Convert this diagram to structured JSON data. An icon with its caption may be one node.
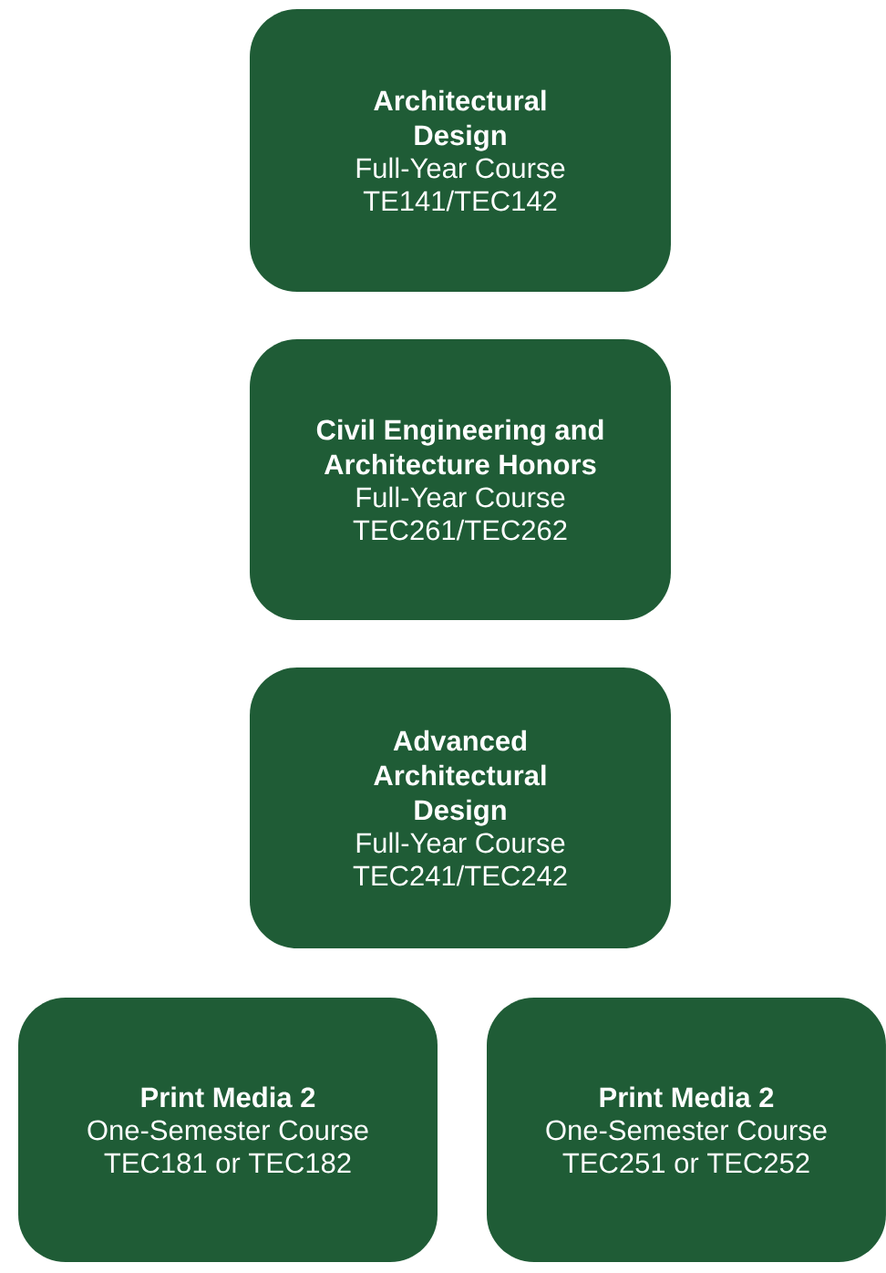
{
  "diagram": {
    "nodes": [
      {
        "text": [
          "Architectural Design",
          "Full-Year Course",
          "TE141/TEC142"
        ]
      },
      {
        "text": [
          "Civil Engineering and Architecture Honors",
          "Full-Year Course",
          "TEC261/TEC262"
        ]
      },
      {
        "text": [
          "Advanced Architectural Design",
          "Full-Year Course",
          "TEC241/TEC242"
        ]
      },
      {
        "text": [
          "Print Media 2",
          "One-Semester Course",
          "TEC181 or TEC182"
        ]
      },
      {
        "text": [
          "Print Media 2",
          "One-Semester Course",
          "TEC251 or TEC252"
        ]
      }
    ]
  }
}
